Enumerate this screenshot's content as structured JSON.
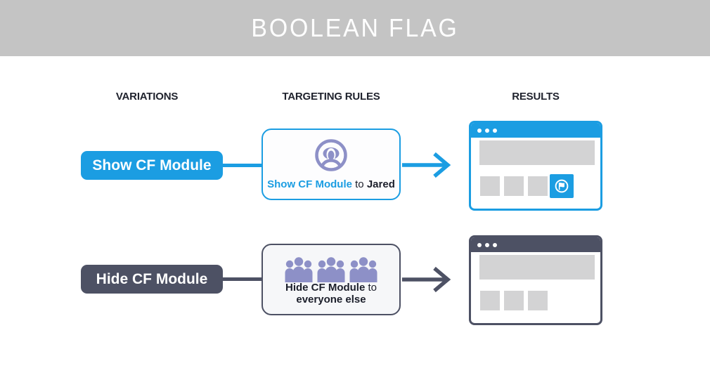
{
  "banner": {
    "title": "BOOLEAN FLAG"
  },
  "column_headers": {
    "variations": "VARIATIONS",
    "targeting_rules": "TARGETING RULES",
    "results": "RESULTS"
  },
  "colors": {
    "banner_bg": "#c4c4c4",
    "blue": "#1b9de2",
    "slate": "#4d5164",
    "periwinkle": "#8d90c7",
    "placeholder_gray": "#d3d3d4",
    "rule_box_1_bg": "#fdfdfe",
    "rule_box_2_bg": "#f6f7f9",
    "text_dark": "#1c1f2b"
  },
  "rows": [
    {
      "variation": {
        "label": "Show CF Module"
      },
      "rule": {
        "icon": "user-in-circle-icon",
        "flag_text": "Show CF Module",
        "connector_text": " to ",
        "audience": "Jared"
      },
      "result": {
        "window": "browser-mockup",
        "window_dots": 3,
        "placeholder_blocks": 3,
        "module_visible": true,
        "module_icon": "flag-in-circle-icon"
      }
    },
    {
      "variation": {
        "label": "Hide CF Module"
      },
      "rule": {
        "icon": "crowd-icon",
        "flag_text": "Hide CF Module",
        "connector_text": " to ",
        "audience": "everyone else"
      },
      "result": {
        "window": "browser-mockup",
        "window_dots": 3,
        "placeholder_blocks": 3,
        "module_visible": false
      }
    }
  ]
}
